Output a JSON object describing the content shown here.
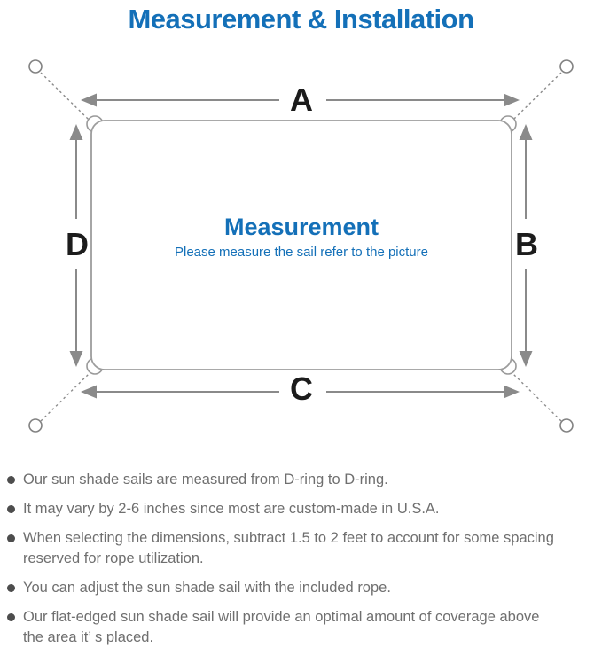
{
  "page": {
    "title": "Measurement & Installation"
  },
  "diagram": {
    "label_top": "A",
    "label_right": "B",
    "label_bottom": "C",
    "label_left": "D",
    "center_title": "Measurement",
    "center_subtitle": "Please measure the sail refer to the picture"
  },
  "notes": {
    "items": [
      {
        "text": "Our sun shade sails are measured from D-ring to D-ring."
      },
      {
        "text": "It may vary by 2-6 inches since most are custom-made in U.S.A."
      },
      {
        "text": "When selecting the dimensions, subtract 1.5 to 2 feet to account for some spacing\nreserved for rope utilization."
      },
      {
        "text": "You can adjust the sun shade sail with the included rope."
      },
      {
        "text": "Our flat-edged sun shade sail will provide an optimal amount of coverage above\nthe area it’ s placed."
      }
    ]
  },
  "colors": {
    "accent_blue": "#1470b8",
    "diagram_line_gray": "#8a8a8a",
    "sail_outline_gray": "#9d9d9d",
    "dimension_label_black": "#1c1c1c",
    "note_text_gray": "#6f6f6f"
  }
}
